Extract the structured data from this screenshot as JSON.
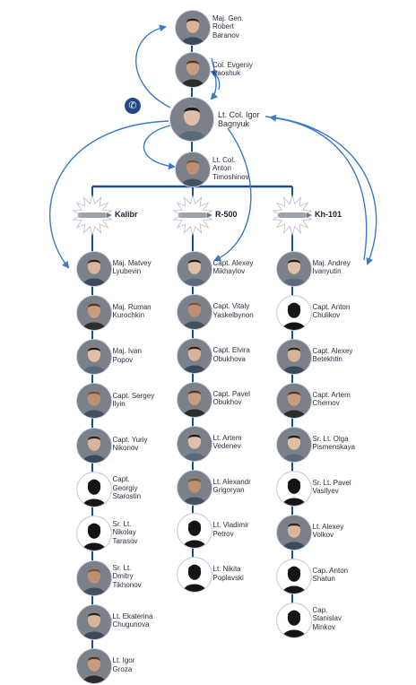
{
  "command": [
    {
      "id": "baranov",
      "label": "Maj. Gen.\nRobert\nBaranov",
      "photo": true
    },
    {
      "id": "kaoshuk",
      "label": "Col. Evgeniy\nKaoshuk",
      "photo": true
    },
    {
      "id": "bagnyuk",
      "label": "Lt. Col. Igor\nBagnyuk",
      "photo": true
    },
    {
      "id": "timoshinov",
      "label": "Lt. Col.\nAnton\nTimoshinov",
      "photo": true
    }
  ],
  "missiles": [
    {
      "label": "Kalibr"
    },
    {
      "label": "R-500"
    },
    {
      "label": "Kh-101"
    }
  ],
  "columns": [
    [
      {
        "label": "Maj. Matvey\nLyubevin",
        "photo": true
      },
      {
        "label": "Maj. Ruman\nKurochkin",
        "photo": true
      },
      {
        "label": "Maj. Ivan\nPopov",
        "photo": true
      },
      {
        "label": "Capt. Sergey\nIlyin",
        "photo": true
      },
      {
        "label": "Capt. Yuriy\nNikonov",
        "photo": true
      },
      {
        "label": "Capt.\nGeorgiy\nStarostin",
        "photo": false
      },
      {
        "label": "Sr. Lt.\nNikolay\nTarasov",
        "photo": false
      },
      {
        "label": "Sr. Lt.\nDmitry\nTikhonov",
        "photo": true
      },
      {
        "label": "Lt. Ekaterina\nChugunova",
        "photo": true
      },
      {
        "label": "Lt. Igor\nGroza",
        "photo": true
      }
    ],
    [
      {
        "label": "Capt. Alexey\nMikhaylov",
        "photo": true
      },
      {
        "label": "Capt. Vitaly\nYaskelbynon",
        "photo": true
      },
      {
        "label": "Capt. Elvira\nObukhova",
        "photo": true
      },
      {
        "label": "Capt. Pavel\nObukhov",
        "photo": true
      },
      {
        "label": "Lt. Artem\nVedenev",
        "photo": true
      },
      {
        "label": "Lt. Alexandr\nGrigoryan",
        "photo": true
      },
      {
        "label": "Lt. Vladimir\nPetrov",
        "photo": false
      },
      {
        "label": "Lt. Nikita\nPoplavski",
        "photo": false
      }
    ],
    [
      {
        "label": "Maj. Andrey\nIvanyutin",
        "photo": true
      },
      {
        "label": "Capt. Anton\nChulikov",
        "photo": false
      },
      {
        "label": "Capt. Alexey\nBetekhtin",
        "photo": true
      },
      {
        "label": "Capt. Artem\nChernov",
        "photo": true
      },
      {
        "label": "Sr. Lt. Olga\nPismenskaya",
        "photo": true
      },
      {
        "label": "Sr. Lt. Pavel\nVasilyev",
        "photo": false
      },
      {
        "label": "Lt. Alexey\nVolkov",
        "photo": true
      },
      {
        "label": "Cap. Anton\nShatun",
        "photo": false
      },
      {
        "label": "Cap.\nStanislav\nMinkov",
        "photo": false
      }
    ]
  ],
  "icons": {
    "phone": "phone-icon"
  },
  "colors": {
    "line": "#1f4e94",
    "arrow": "#3a78c9",
    "photo": "#7b8089",
    "silhouette": "#151515",
    "phone": "#234a88"
  }
}
